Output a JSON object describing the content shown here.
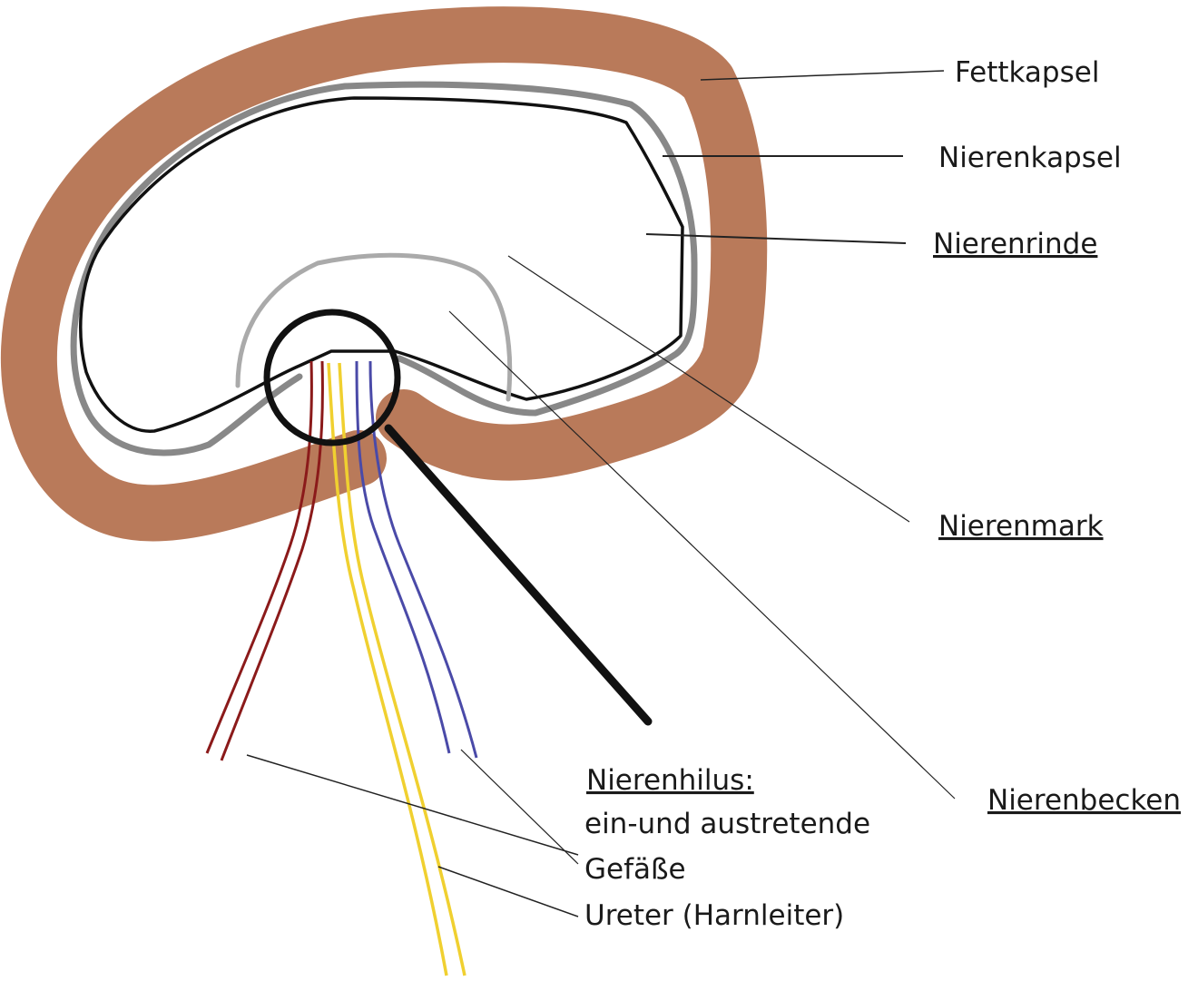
{
  "labels": {
    "fettkapsel": "Fettkapsel",
    "nierenkapsel": "Nierenkapsel",
    "nierenrinde": "Nierenrinde",
    "nierenmark": "Nierenmark",
    "nierenbecken": "Nierenbecken",
    "hilus_title": "Nierenhilus:",
    "hilus_desc": "ein-und austretende",
    "gefaesse": "Gefäße",
    "ureter": "Ureter (Harnleiter)"
  },
  "colors": {
    "fat_capsule": "#b97a5a",
    "renal_capsule": "#888888",
    "cortex_outline": "#111111",
    "medulla_outline": "#aaaaaa",
    "artery": "#8b1a1a",
    "ureter": "#f0d030",
    "vein": "#4a4aa8",
    "hilus_marker": "#111111",
    "leader_line": "#111111"
  },
  "icons": {
    "hilus_marker": "circle-magnifier"
  }
}
